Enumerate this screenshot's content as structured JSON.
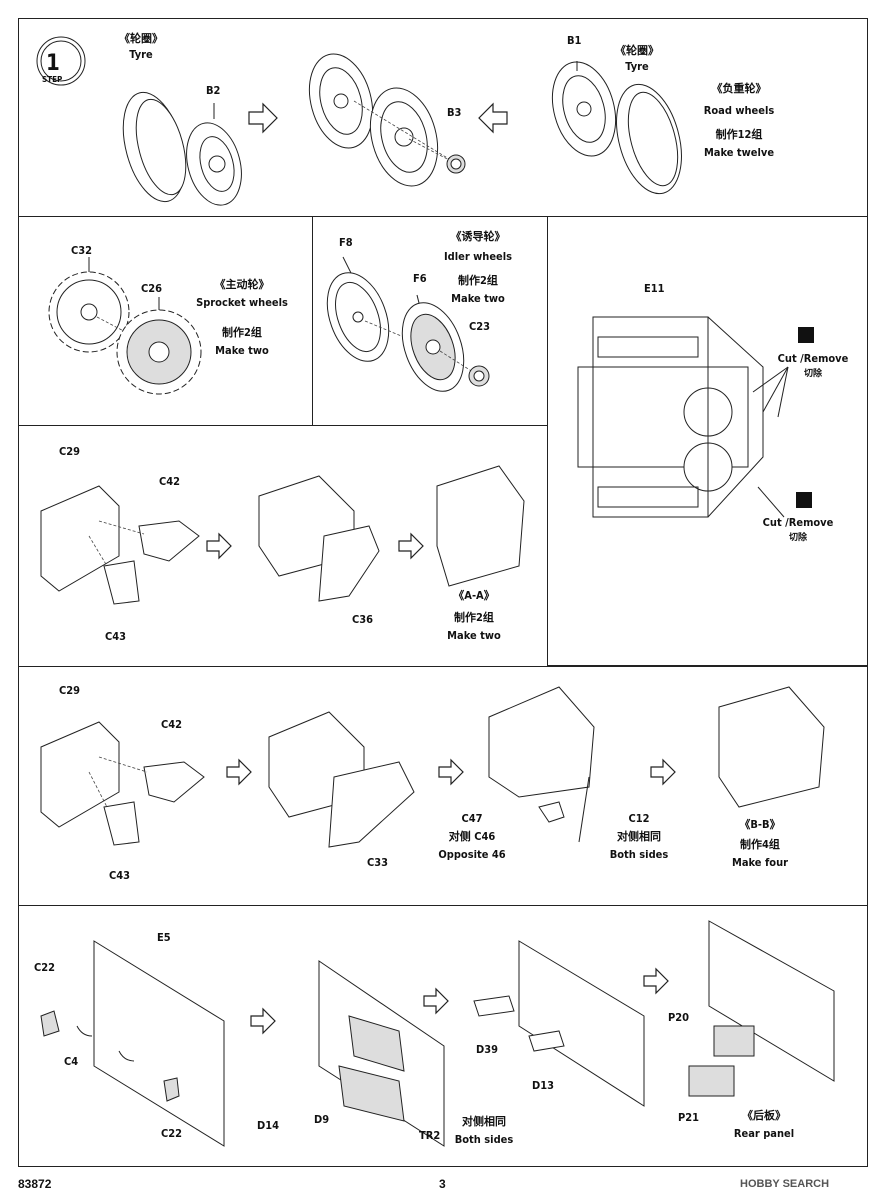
{
  "step": {
    "number": "1",
    "label": "STEP"
  },
  "panel1": {
    "tyre_left_cn": "《轮圈》",
    "tyre_left_en": "Tyre",
    "part_b2": "B2",
    "part_b3": "B3",
    "part_b1": "B1",
    "tyre_right_cn": "《轮圈》",
    "tyre_right_en": "Tyre",
    "road_cn": "《负重轮》",
    "road_en": "Road   wheels",
    "make_cn": "制作12组",
    "make_en": "Make twelve"
  },
  "panel2": {
    "part_c32": "C32",
    "part_c26": "C26",
    "title_cn": "《主动轮》",
    "title_en": "Sprocket wheels",
    "make_cn": "制作2组",
    "make_en": "Make two"
  },
  "panel3": {
    "title_cn": "《诱导轮》",
    "title_en": "Idler wheels",
    "make_cn": "制作2组",
    "make_en": "Make two",
    "part_f8": "F8",
    "part_f6": "F6",
    "part_c23": "C23"
  },
  "panel4": {
    "part_e11": "E11",
    "cut1_en": "Cut /Remove",
    "cut1_cn": "切除",
    "cut2_en": "Cut /Remove",
    "cut2_cn": "切除"
  },
  "panel5": {
    "part_c29": "C29",
    "part_c42": "C42",
    "part_c43": "C43",
    "part_c36": "C36",
    "title": "《A-A》",
    "make_cn": "制作2组",
    "make_en": "Make two"
  },
  "panel6": {
    "part_c29": "C29",
    "part_c42": "C42",
    "part_c43": "C43",
    "part_c33": "C33",
    "part_c47": "C47",
    "opp_cn": "对侧 C46",
    "opp_en": "Opposite 46",
    "part_c12": "C12",
    "both_cn": "对侧相同",
    "both_en": "Both sides",
    "title": "《B-B》",
    "make_cn": "制作4组",
    "make_en": "Make four"
  },
  "panel7": {
    "part_e5": "E5",
    "part_c22a": "C22",
    "part_c4": "C4",
    "part_c22b": "C22",
    "part_d14": "D14",
    "part_d9": "D9",
    "part_tr2": "TR2",
    "both_cn": "对侧相同",
    "both_en": "Both sides",
    "part_d39": "D39",
    "part_d13": "D13",
    "part_p20": "P20",
    "part_p21": "P21",
    "rear_cn": "《后板》",
    "rear_en": "Rear panel"
  },
  "footer": {
    "code": "83872",
    "page": "3",
    "watermark": "HOBBY SEARCH"
  }
}
